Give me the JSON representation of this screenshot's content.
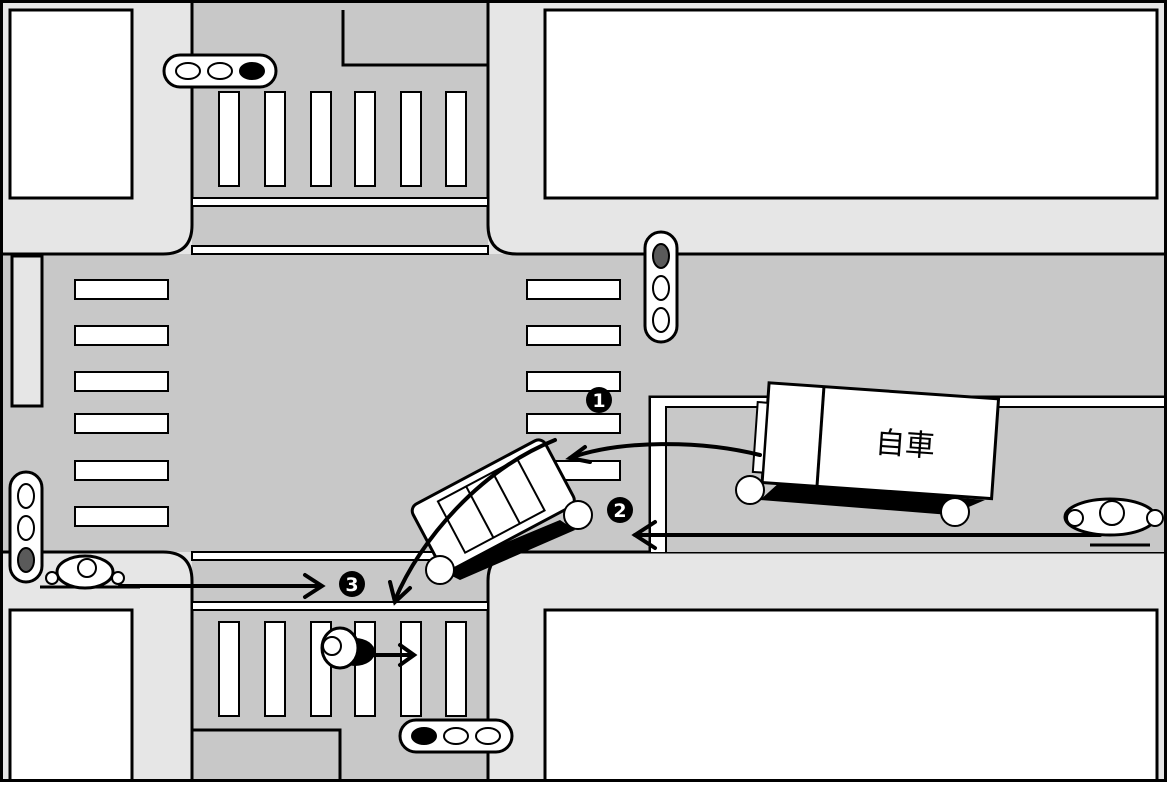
{
  "vehicle_label": "自車",
  "markers": {
    "one": "1",
    "two": "2",
    "three": "3"
  },
  "colors": {
    "road": "#c8c8c8",
    "sidewalk": "#e6e6e6",
    "block": "#ffffff",
    "line": "#000000",
    "signal_on": "#5a5a5a"
  },
  "signals": {
    "north": [
      "off",
      "off",
      "on"
    ],
    "east": [
      "on",
      "off",
      "off"
    ],
    "west": [
      "off",
      "off",
      "on"
    ],
    "south": [
      "on",
      "off",
      "off"
    ]
  }
}
